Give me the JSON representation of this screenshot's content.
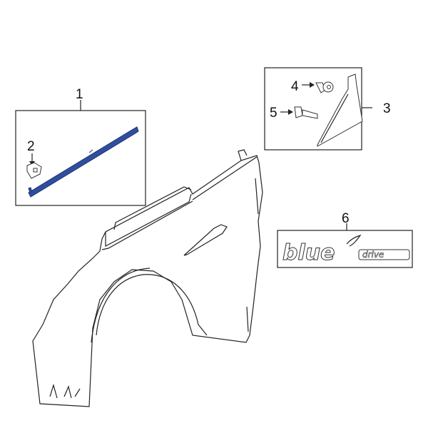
{
  "callouts": [
    {
      "number": "1"
    },
    {
      "number": "2"
    },
    {
      "number": "3"
    },
    {
      "number": "4"
    },
    {
      "number": "5"
    },
    {
      "number": "6"
    }
  ],
  "emblem": {
    "text_main": "blue",
    "text_sub": "drive"
  },
  "colors": {
    "highlight_part": "#2f4f9e",
    "line": "#222222",
    "background": "#ffffff"
  }
}
